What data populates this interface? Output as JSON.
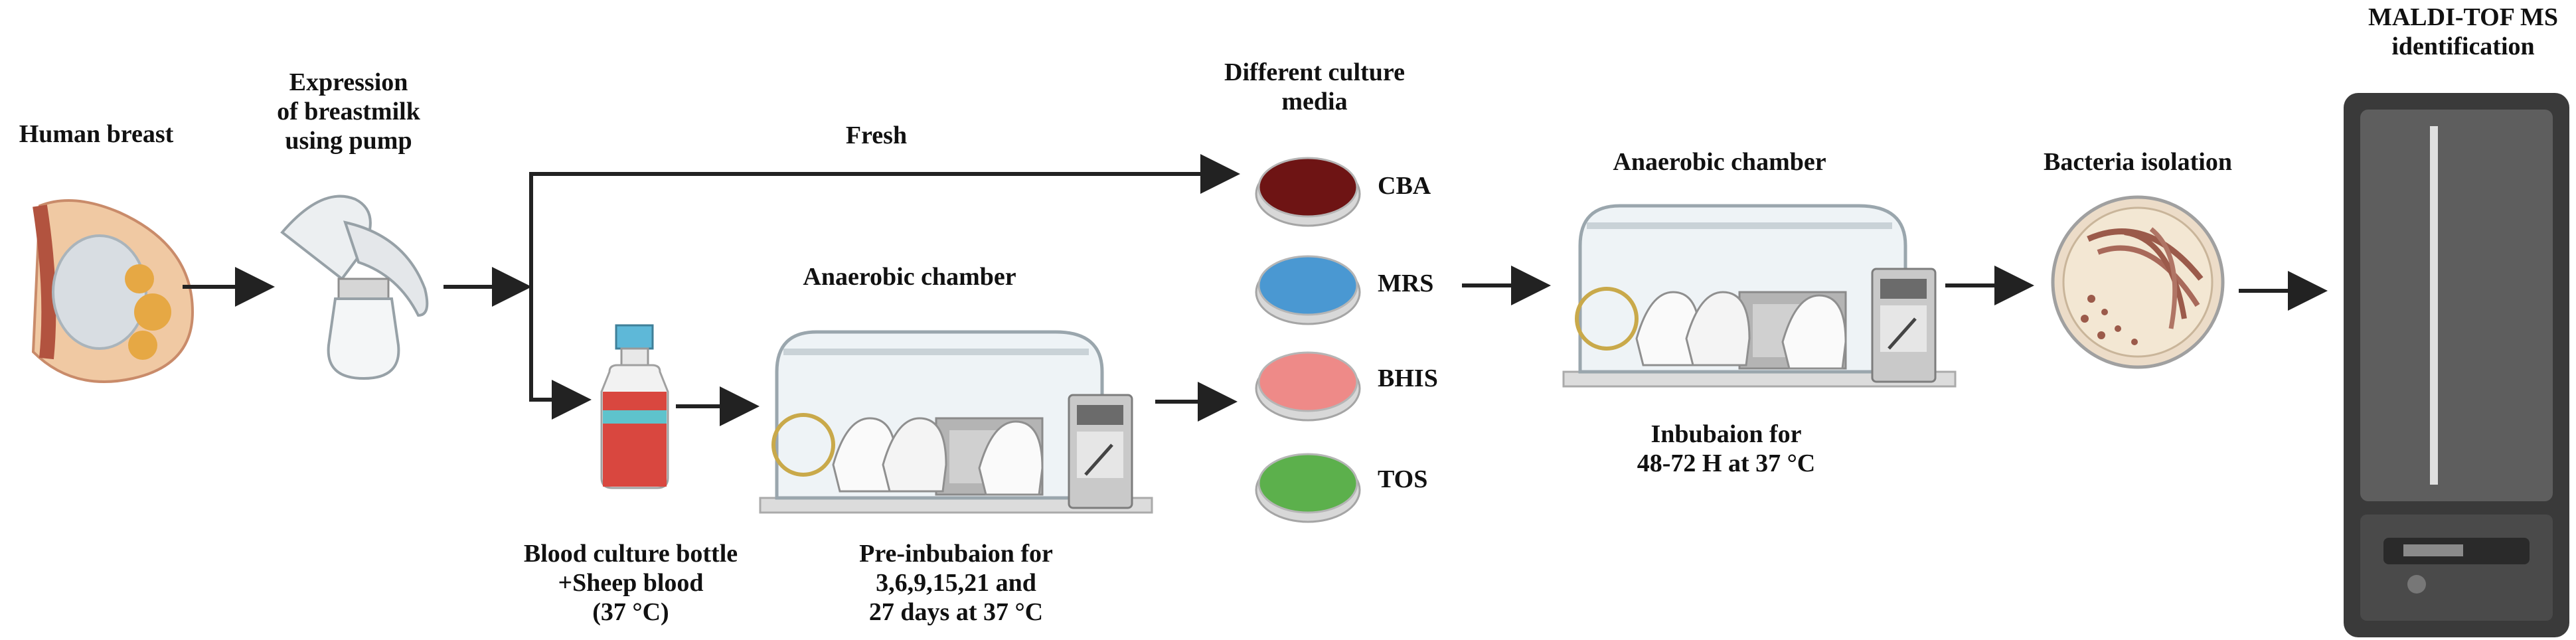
{
  "steps": {
    "human_breast": "Human breast",
    "expression_1": "Expression",
    "expression_2": "of breastmilk",
    "expression_3": "using pump",
    "fresh": "Fresh",
    "blood_1": "Blood culture bottle",
    "blood_2": "+Sheep blood",
    "blood_3": "(37 °C)",
    "chamber1_title": "Anaerobic chamber",
    "pre_1": "Pre-inbubaion for",
    "pre_2": "3,6,9,15,21 and",
    "pre_3": "27 days at 37  °C",
    "media_1": "Different culture",
    "media_2": "media",
    "chamber2_title": "Anaerobic chamber",
    "inc_1": "Inbubaion for",
    "inc_2": "48-72 H at 37  °C",
    "isolation": "Bacteria isolation",
    "maldi_1": "MALDI-TOF MS",
    "maldi_2": "identification"
  },
  "media": [
    {
      "label": "CBA",
      "color": "#6e1414"
    },
    {
      "label": "MRS",
      "color": "#4a98d2"
    },
    {
      "label": "BHIS",
      "color": "#ee8a88"
    },
    {
      "label": "TOS",
      "color": "#5cb04c"
    }
  ]
}
